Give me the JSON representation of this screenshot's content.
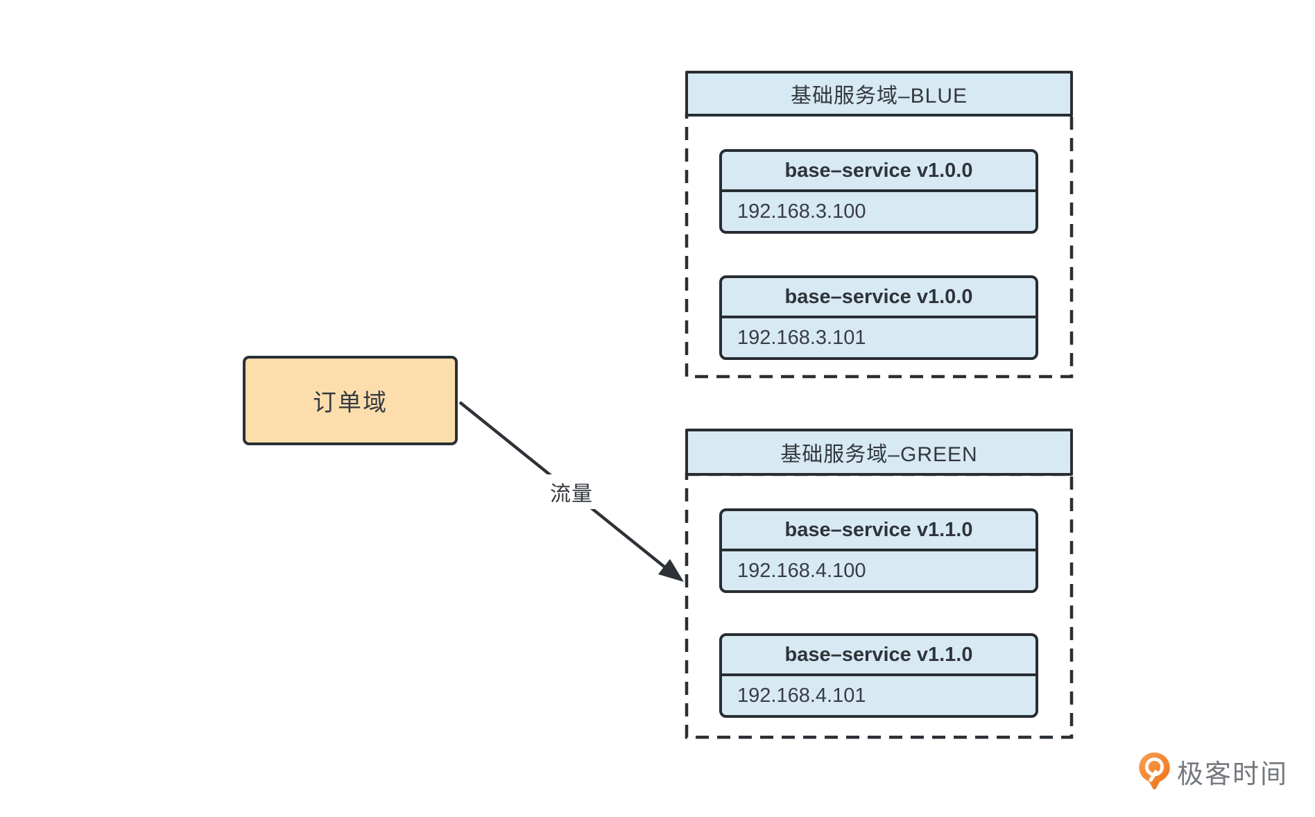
{
  "order_domain": {
    "label": "订单域",
    "fill": "#FCDEAC"
  },
  "traffic_arrow": {
    "label": "流量",
    "source": "订单域",
    "target": "基础服务域–GREEN"
  },
  "domains": [
    {
      "title": "基础服务域–BLUE",
      "services": [
        {
          "name": "base–service v1.0.0",
          "ip": "192.168.3.100"
        },
        {
          "name": "base–service v1.0.0",
          "ip": "192.168.3.101"
        }
      ]
    },
    {
      "title": "基础服务域–GREEN",
      "services": [
        {
          "name": "base–service v1.1.0",
          "ip": "192.168.4.100"
        },
        {
          "name": "base–service v1.1.0",
          "ip": "192.168.4.101"
        }
      ]
    }
  ],
  "watermark": {
    "brand": "极客时间"
  },
  "colors": {
    "node_fill_blue": "#D7E9F2",
    "node_fill_orange": "#FCDEAC",
    "stroke_dark": "#2A2F35",
    "logo_orange": "#F07F23",
    "logo_text_gray": "#75797E"
  }
}
